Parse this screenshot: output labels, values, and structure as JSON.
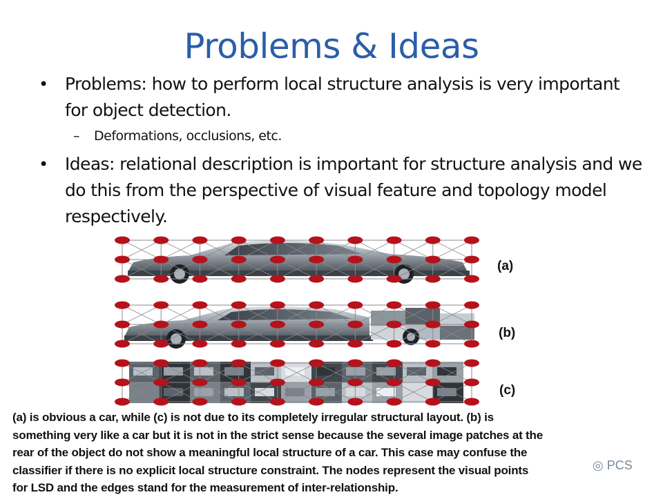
{
  "slide": {
    "title": "Problems & Ideas",
    "bullets": [
      {
        "marker": "•",
        "text": "Problems: how to perform local structure analysis is very important for object detection.",
        "sub": {
          "marker": "–",
          "text": "Deformations, occlusions, etc."
        }
      },
      {
        "marker": "•",
        "text": "Ideas: relational description is important for structure analysis and we do this from the perspective of visual feature and topology model respectively."
      }
    ],
    "figure": {
      "panel_labels": [
        "(a)",
        "(b)",
        "(c)"
      ],
      "panel_types": [
        "intact-car",
        "car-with-shuffled-rear-patches",
        "fully-shuffled-patches"
      ],
      "node_color": "#b5121b",
      "edge_color": "#8a8a8a"
    },
    "caption_lines": [
      "(a) is obvious a car, while (c) is not due to its completely irregular structural layout.   (b) is",
      "something very like a car but it is not in the strict sense because the several image patches at the",
      "rear of   the object do not show a meaningful local structure of a car. This case may confuse the",
      "classifier if there is no explicit  local structure constraint. The nodes represent the visual points",
      "for LSD and the edges stand for the measurement of inter-relationship."
    ],
    "watermark": "◎ PCS"
  }
}
